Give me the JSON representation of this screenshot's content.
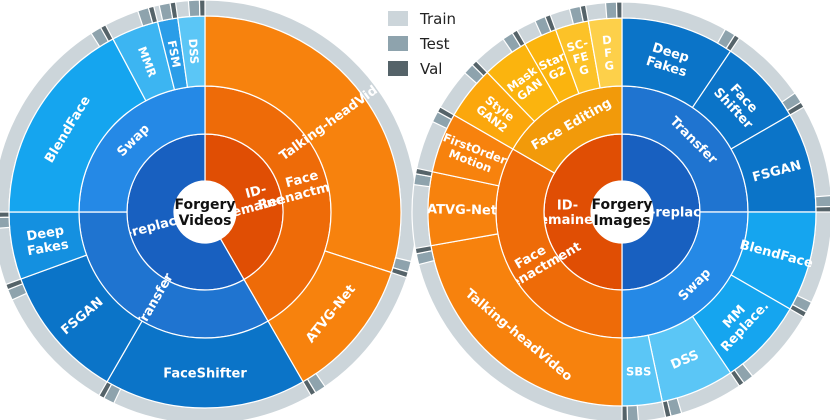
{
  "legend": {
    "train_label": "Train",
    "test_label": "Test",
    "val_label": "Val",
    "train_color": "#ccd5da",
    "test_color": "#8ea3ad",
    "val_color": "#556369"
  },
  "chart_data": [
    {
      "type": "sunburst",
      "center_label": [
        "Forgery",
        "Videos"
      ],
      "start_angle_deg": 0,
      "rings": [
        {
          "name": "ID-remained",
          "label": [
            "ID-",
            "remained"
          ],
          "sweep": 150,
          "color": "#e04e04",
          "children": [
            {
              "name": "Face Reenactment",
              "label": [
                "Face",
                "Reenactment"
              ],
              "sweep": 150,
              "color": "#ee6b08",
              "leaves": [
                {
                  "name": "Talking-headVideo",
                  "label": [
                    "Talking-headVideo"
                  ],
                  "sweep": 108,
                  "color": "#f7820d",
                  "rot": "radial"
                },
                {
                  "name": "ATVG-Net",
                  "label": [
                    "ATVG-Net"
                  ],
                  "sweep": 42,
                  "color": "#f7820d",
                  "rot": "tangent"
                }
              ]
            }
          ]
        },
        {
          "name": "ID-replaced",
          "label": [
            "ID-replaced"
          ],
          "sweep": 210,
          "color": "#1860c0",
          "children": [
            {
              "name": "Transfer",
              "label": [
                "Transfer"
              ],
              "sweep": 120,
              "color": "#1f74d0",
              "leaves": [
                {
                  "name": "FaceShifter",
                  "label": [
                    "FaceShifter"
                  ],
                  "sweep": 60,
                  "color": "#0b74c8",
                  "rot": "tangent"
                },
                {
                  "name": "FSGAN",
                  "label": [
                    "FSGAN"
                  ],
                  "sweep": 40,
                  "color": "#0b74c8",
                  "rot": "radial"
                },
                {
                  "name": "DeepFakes",
                  "label": [
                    "Deep",
                    "Fakes"
                  ],
                  "sweep": 20,
                  "color": "#1490e0",
                  "rot": "radial"
                }
              ]
            },
            {
              "name": "Swap",
              "label": [
                "Swap"
              ],
              "sweep": 90,
              "color": "#2589e6",
              "leaves": [
                {
                  "name": "BlendFace",
                  "label": [
                    "BlendFace"
                  ],
                  "sweep": 62,
                  "color": "#15a5ef",
                  "rot": "tangent"
                },
                {
                  "name": "MMR",
                  "label": [
                    "MMR"
                  ],
                  "sweep": 14,
                  "color": "#3cb5f2",
                  "rot": "radial"
                },
                {
                  "name": "FSM",
                  "label": [
                    "FSM"
                  ],
                  "sweep": 6,
                  "color": "#2a9de8",
                  "rot": "radial"
                },
                {
                  "name": "DSS",
                  "label": [
                    "DSS"
                  ],
                  "sweep": 8,
                  "color": "#5bc6f6",
                  "rot": "radial"
                }
              ]
            }
          ]
        }
      ]
    },
    {
      "type": "sunburst",
      "center_label": [
        "Forgery",
        "Images"
      ],
      "start_angle_deg": 0,
      "rings": [
        {
          "name": "ID-replaced",
          "label": [
            "ID-replaced"
          ],
          "sweep": 180,
          "color": "#1860c0",
          "children": [
            {
              "name": "Transfer",
              "label": [
                "Transfer"
              ],
              "sweep": 90,
              "color": "#1f74d0",
              "leaves": [
                {
                  "name": "DeepFakes",
                  "label": [
                    "Deep",
                    "Fakes"
                  ],
                  "sweep": 34,
                  "color": "#0b74c8",
                  "rot": "tangent"
                },
                {
                  "name": "FaceShifter",
                  "label": [
                    "Face",
                    "Shifter"
                  ],
                  "sweep": 26,
                  "color": "#0b74c8",
                  "rot": "tangent"
                },
                {
                  "name": "FSGAN",
                  "label": [
                    "FSGAN"
                  ],
                  "sweep": 30,
                  "color": "#0b74c8",
                  "rot": "radial"
                }
              ]
            },
            {
              "name": "Swap",
              "label": [
                "Swap"
              ],
              "sweep": 90,
              "color": "#2589e6",
              "leaves": [
                {
                  "name": "BlendFace",
                  "label": [
                    "BlendFace"
                  ],
                  "sweep": 30,
                  "color": "#15a5ef",
                  "rot": "radial"
                },
                {
                  "name": "MMReplace",
                  "label": [
                    "MM",
                    "Replace."
                  ],
                  "sweep": 26,
                  "color": "#15a5ef",
                  "rot": "tangent"
                },
                {
                  "name": "DSS",
                  "label": [
                    "DSS"
                  ],
                  "sweep": 22,
                  "color": "#5bc6f6",
                  "rot": "tangent"
                },
                {
                  "name": "SBS",
                  "label": [
                    "SBS"
                  ],
                  "sweep": 12,
                  "color": "#5bc6f6",
                  "rot": "stack"
                }
              ]
            }
          ]
        },
        {
          "name": "ID-remained",
          "label": [
            "ID-",
            "remained"
          ],
          "sweep": 180,
          "color": "#e04e04",
          "children": [
            {
              "name": "Face Reenactment",
              "label": [
                "Face",
                "Reenactment"
              ],
              "sweep": 120,
              "color": "#ee6b08",
              "leaves": [
                {
                  "name": "Talking-headVideo",
                  "label": [
                    "Talking-headVideo"
                  ],
                  "sweep": 80,
                  "color": "#f7820d",
                  "rot": "tangent"
                },
                {
                  "name": "ATVG-Net",
                  "label": [
                    "ATVG-Net"
                  ],
                  "sweep": 22,
                  "color": "#f7820d",
                  "rot": "radial"
                },
                {
                  "name": "FirstOrderMotion",
                  "label": [
                    "FirstOrder",
                    "Motion"
                  ],
                  "sweep": 18,
                  "color": "#f7820d",
                  "rot": "radial"
                }
              ]
            },
            {
              "name": "Face Editing",
              "label": [
                "Face Editing"
              ],
              "sweep": 60,
              "color": "#f29a0a",
              "leaves": [
                {
                  "name": "StyleGAN2",
                  "label": [
                    "Style",
                    "GAN2"
                  ],
                  "sweep": 16,
                  "color": "#fba70c",
                  "rot": "radial"
                },
                {
                  "name": "MaskGAN",
                  "label": [
                    "Mask",
                    "GAN"
                  ],
                  "sweep": 14,
                  "color": "#fbb40e",
                  "rot": "tangent"
                },
                {
                  "name": "StarG2",
                  "label": [
                    "Star",
                    "G2"
                  ],
                  "sweep": 10,
                  "color": "#fbb40e",
                  "rot": "tangent"
                },
                {
                  "name": "SC-FEG",
                  "label": [
                    "SC-",
                    "FE",
                    "G"
                  ],
                  "sweep": 10,
                  "color": "#fcc228",
                  "rot": "tangent"
                },
                {
                  "name": "DFG",
                  "label": [
                    "D",
                    "F",
                    "G"
                  ],
                  "sweep": 10,
                  "color": "#fdd04a",
                  "rot": "tangent"
                }
              ]
            }
          ]
        }
      ]
    }
  ]
}
